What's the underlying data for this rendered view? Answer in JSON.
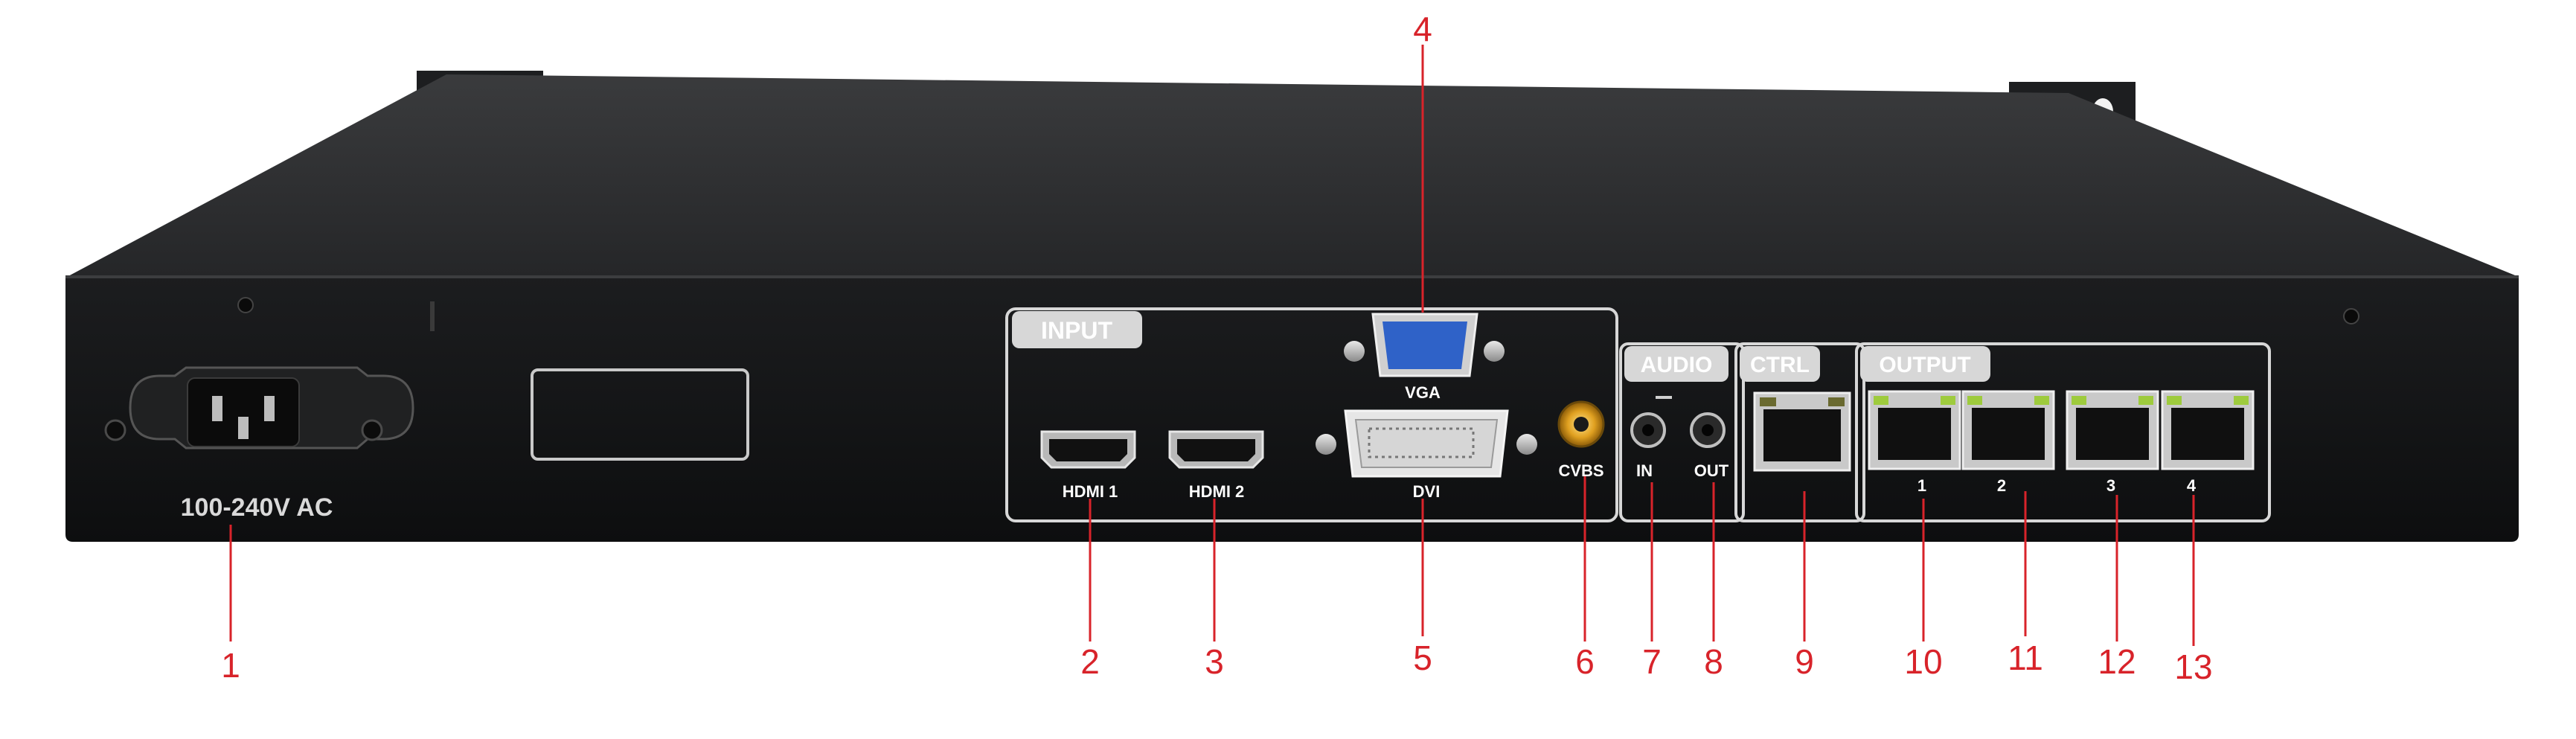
{
  "device": {
    "power_label": "100-240V AC",
    "groups": {
      "input": "INPUT",
      "audio": "AUDIO",
      "ctrl": "CTRL",
      "output": "OUTPUT"
    },
    "ports": {
      "hdmi1": "HDMI 1",
      "hdmi2": "HDMI 2",
      "vga": "VGA",
      "dvi": "DVI",
      "cvbs": "CVBS",
      "audio_in": "IN",
      "audio_out": "OUT",
      "out1": "1",
      "out2": "2",
      "out3": "3",
      "out4": "4"
    }
  },
  "callouts": [
    "1",
    "2",
    "3",
    "4",
    "5",
    "6",
    "7",
    "8",
    "9",
    "10",
    "11",
    "12",
    "13"
  ],
  "colors": {
    "chassis_top": "#2e2f31",
    "chassis_face": "#151618",
    "panel_frame": "#d7d7d7",
    "callout": "#d8232a",
    "vga_blue": "#2f62c8",
    "led_green": "#7cc63b"
  }
}
